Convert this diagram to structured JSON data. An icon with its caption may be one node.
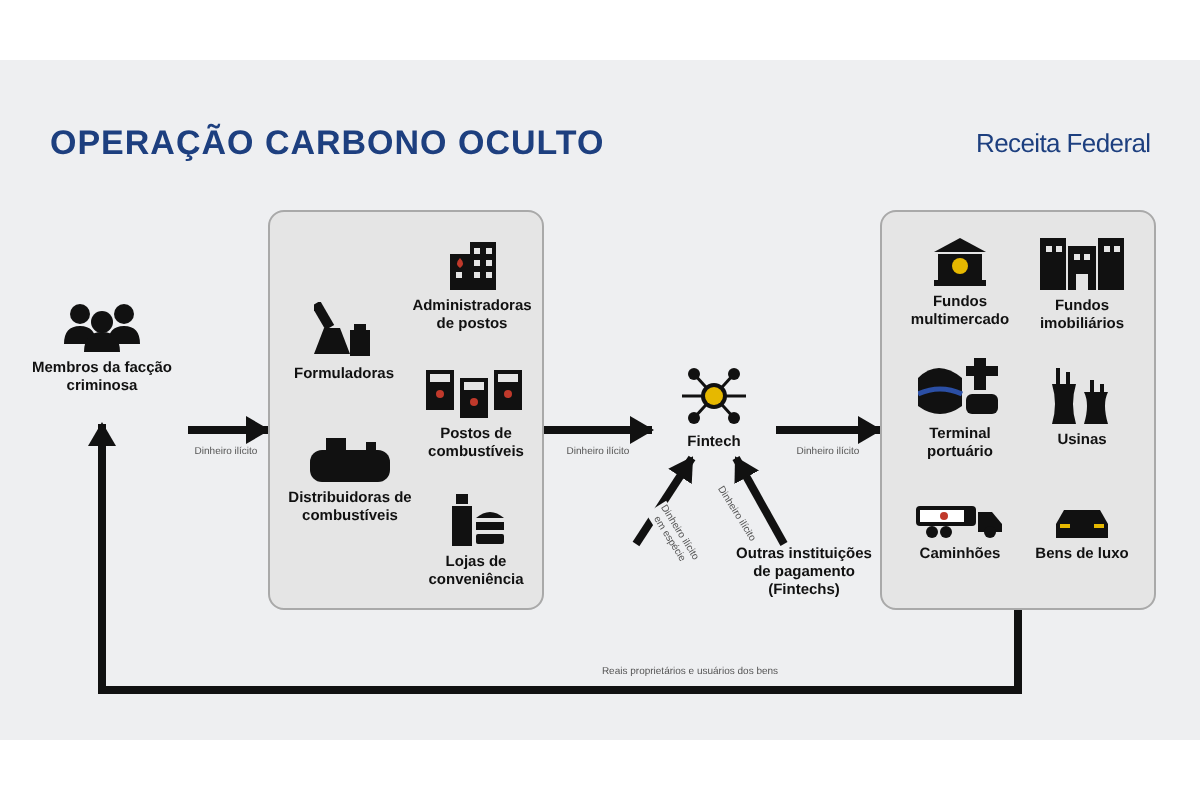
{
  "diagram": {
    "title": "OPERAÇÃO CARBONO OCULTO",
    "nodes": [
      {
        "text": [
          "Membros da facção criminosa"
        ]
      },
      {
        "text": [],
        "shape": "box"
      },
      {
        "text": [
          "Administradoras de postos"
        ],
        "in": 1
      },
      {
        "text": [
          "Formuladoras"
        ],
        "in": 1
      },
      {
        "text": [
          "Postos de combustíveis"
        ],
        "in": 1
      },
      {
        "text": [
          "Distribuidoras de combustíveis"
        ],
        "in": 1
      },
      {
        "text": [
          "Lojas de conveniência"
        ],
        "in": 1
      },
      {
        "text": [
          "Fintech"
        ]
      },
      {
        "text": [
          "Outras instituições de pagamento (Fintechs)"
        ]
      },
      {
        "text": [],
        "shape": "box"
      },
      {
        "text": [
          "Fundos multimercado"
        ],
        "in": 9
      },
      {
        "text": [
          "Fundos imobiliários"
        ],
        "in": 9
      },
      {
        "text": [
          "Terminal portuário"
        ],
        "in": 9
      },
      {
        "text": [
          "Usinas"
        ],
        "in": 9
      },
      {
        "text": [
          "Caminhões"
        ],
        "in": 9
      },
      {
        "text": [
          "Bens de luxo"
        ],
        "in": 9
      }
    ],
    "edges": [
      {
        "from": 0,
        "to": 1,
        "arrow": "to",
        "label": "Dinheiro ilícito"
      },
      {
        "from": 1,
        "to": 7,
        "arrow": "to",
        "label": "Dinheiro ilícito"
      },
      {
        "from": 7,
        "to": 9,
        "arrow": "to",
        "label": "Dinheiro ilícito"
      },
      {
        "from": null,
        "to": 7,
        "arrow": "to",
        "label": "Dinheiro ilícito em espécie"
      },
      {
        "from": 8,
        "to": 7,
        "arrow": "to",
        "label": "Dinheiro ilícito"
      },
      {
        "from": 9,
        "to": 0,
        "arrow": "to",
        "label": "Reais proprietários e usuários dos bens"
      }
    ],
    "labels": [
      "Receita Federal"
    ]
  }
}
